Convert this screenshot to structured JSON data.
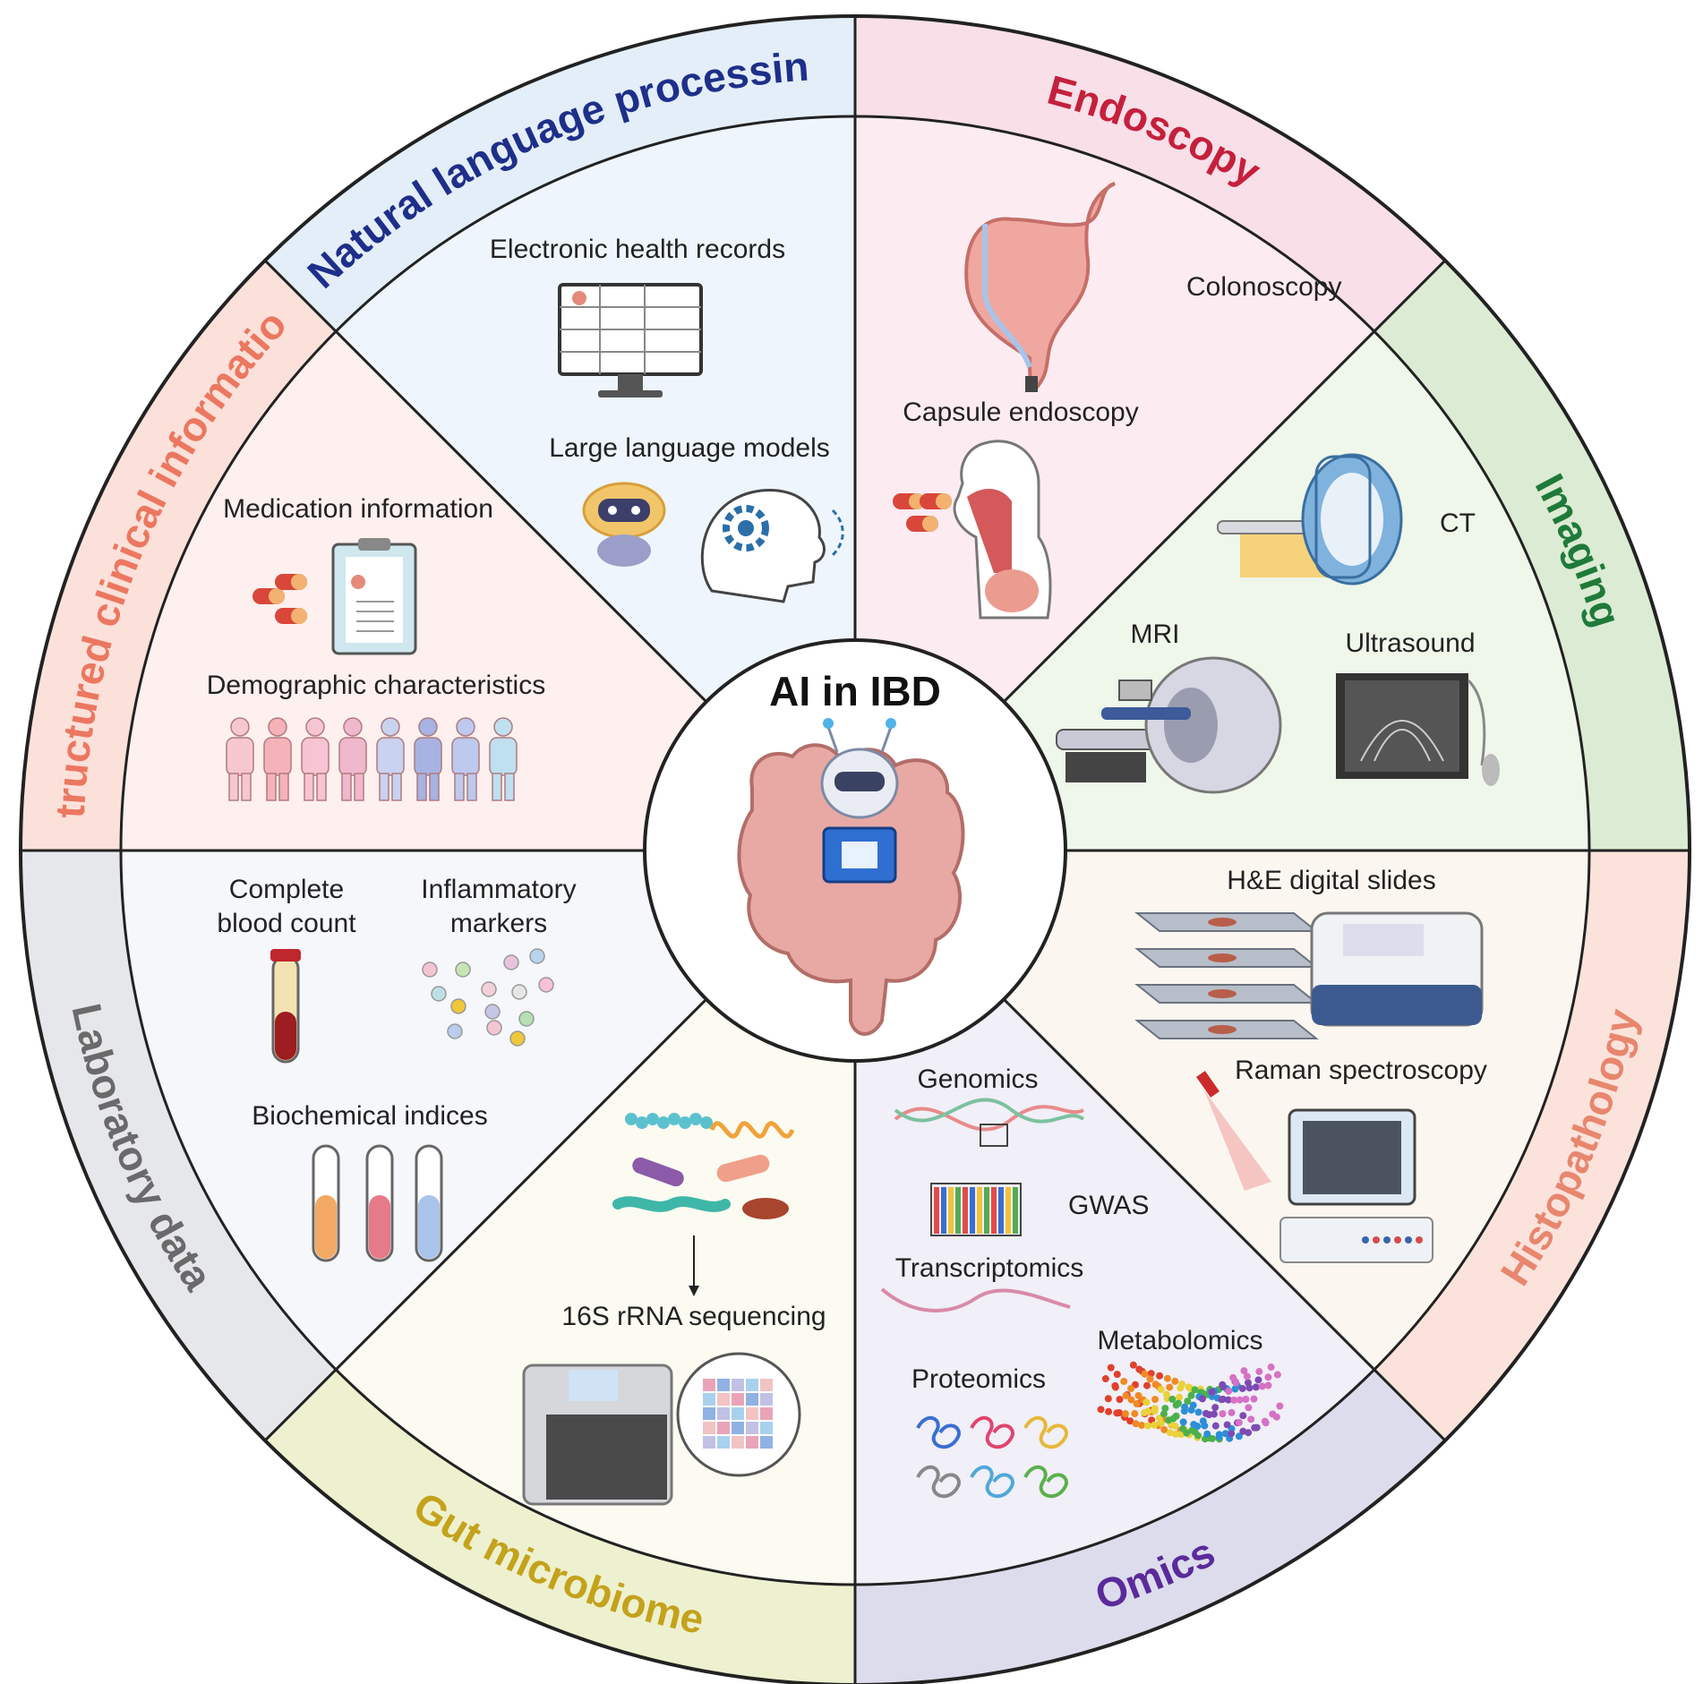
{
  "center": {
    "title": "AI in IBD"
  },
  "sectors": [
    {
      "id": "nlp",
      "label": "Natural language processing",
      "ring_color": "#e3eef8",
      "fill_color": "#eef5fc",
      "label_color": "#1e2f8a",
      "items": [
        {
          "label": "Electronic health records",
          "icon": "monitor-icon"
        },
        {
          "label": "Large language models",
          "icon": "robot-brain-icon"
        }
      ]
    },
    {
      "id": "endoscopy",
      "label": "Endoscopy",
      "ring_color": "#f8dfe8",
      "fill_color": "#fcecf2",
      "label_color": "#c4203c",
      "items": [
        {
          "label": "Colonoscopy",
          "icon": "colon-icon"
        },
        {
          "label": "Capsule endoscopy",
          "icon": "capsule-icon"
        }
      ]
    },
    {
      "id": "imaging",
      "label": "Imaging",
      "ring_color": "#dcebd3",
      "fill_color": "#eff6ea",
      "label_color": "#1f7a3a",
      "items": [
        {
          "label": "CT",
          "icon": "ct-scanner-icon"
        },
        {
          "label": "MRI",
          "icon": "mri-scanner-icon"
        },
        {
          "label": "Ultrasound",
          "icon": "ultrasound-icon"
        }
      ]
    },
    {
      "id": "histopathology",
      "label": "Histopathology",
      "ring_color": "#fbe3dc",
      "fill_color": "#fbf7f0",
      "label_color": "#e8866e",
      "items": [
        {
          "label": "H&E digital slides",
          "icon": "slide-scanner-icon"
        },
        {
          "label": "Raman spectroscopy",
          "icon": "raman-icon"
        }
      ]
    },
    {
      "id": "omics",
      "label": "Omics",
      "ring_color": "#dcdcec",
      "fill_color": "#f1eff7",
      "label_color": "#5a2a9a",
      "items": [
        {
          "label": "Genomics",
          "icon": "dna-icon"
        },
        {
          "label": "GWAS",
          "icon": "gwas-icon"
        },
        {
          "label": "Transcriptomics",
          "icon": "rna-icon"
        },
        {
          "label": "Proteomics",
          "icon": "protein-icon"
        },
        {
          "label": "Metabolomics",
          "icon": "metabolite-icon"
        }
      ]
    },
    {
      "id": "gut",
      "label": "Gut microbiome",
      "ring_color": "#eef1cf",
      "fill_color": "#fcfbf1",
      "label_color": "#c4a21c",
      "items": [
        {
          "label": "16S rRNA sequencing",
          "icon": "sequencer-icon"
        }
      ]
    },
    {
      "id": "lab",
      "label": "Laboratory data",
      "ring_color": "#e6e7ea",
      "fill_color": "#f5f7fa",
      "label_color": "#6a6a6a",
      "items": [
        {
          "label": "Complete\nblood count",
          "icon": "blood-tube-icon"
        },
        {
          "label": "Inflammatory\nmarkers",
          "icon": "markers-icon"
        },
        {
          "label": "Biochemical indices",
          "icon": "tubes-icon"
        }
      ]
    },
    {
      "id": "structured",
      "label": "Structured clinical information",
      "ring_color": "#fbe1da",
      "fill_color": "#fdf0ee",
      "label_color": "#ec7760",
      "items": [
        {
          "label": "Medication information",
          "icon": "clipboard-icon"
        },
        {
          "label": "Demographic characteristics",
          "icon": "people-icon"
        }
      ]
    }
  ]
}
